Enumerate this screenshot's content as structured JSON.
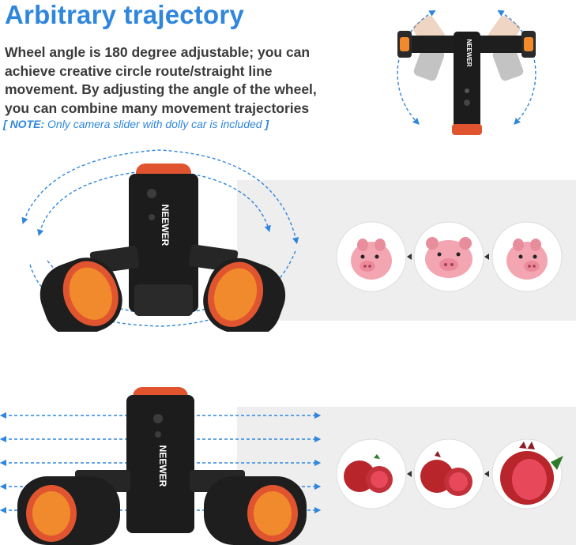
{
  "header": {
    "title": "Arbitrary trajectory",
    "description": "Wheel angle is 180 degree adjustable; you can achieve creative circle route/straight line movement. By adjusting the angle of the wheel, you can combine many movement trajectories",
    "note_open": "[",
    "note_label": "NOTE:",
    "note_text": "Only camera slider with dolly car is included",
    "note_close": "]"
  },
  "product": {
    "brand_top": "NEEWER",
    "brand_mid": "NEEWER",
    "brand_bottom": "NEEWER"
  },
  "colors": {
    "accent": "#2f86dc",
    "orange": "#f08a2c",
    "red_ring": "#e0552f",
    "panel": "#eeeeee",
    "body": "#1c1c1c"
  },
  "sequences": {
    "circle": [
      "pig-toy-left-view",
      "pig-toy-front-view",
      "pig-toy-right-view"
    ],
    "straight": [
      "pomegranate-view-1",
      "pomegranate-view-2",
      "pomegranate-view-3"
    ]
  }
}
